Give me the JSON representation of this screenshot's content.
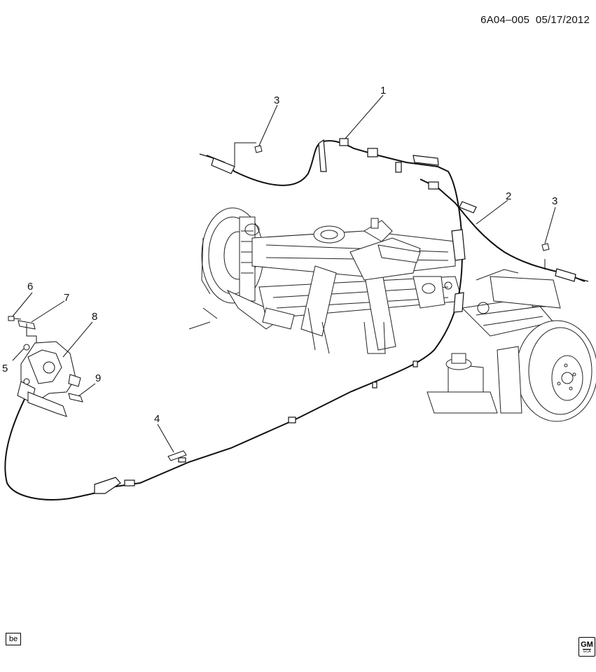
{
  "header": {
    "diagram_code": "6A04–005",
    "date": "05/17/2012"
  },
  "footer": {
    "box_code": "be",
    "logo_main": "GM",
    "logo_sub": "GCA"
  },
  "callouts": [
    "1",
    "2",
    "3",
    "3",
    "4",
    "5",
    "6",
    "7",
    "8",
    "9"
  ]
}
